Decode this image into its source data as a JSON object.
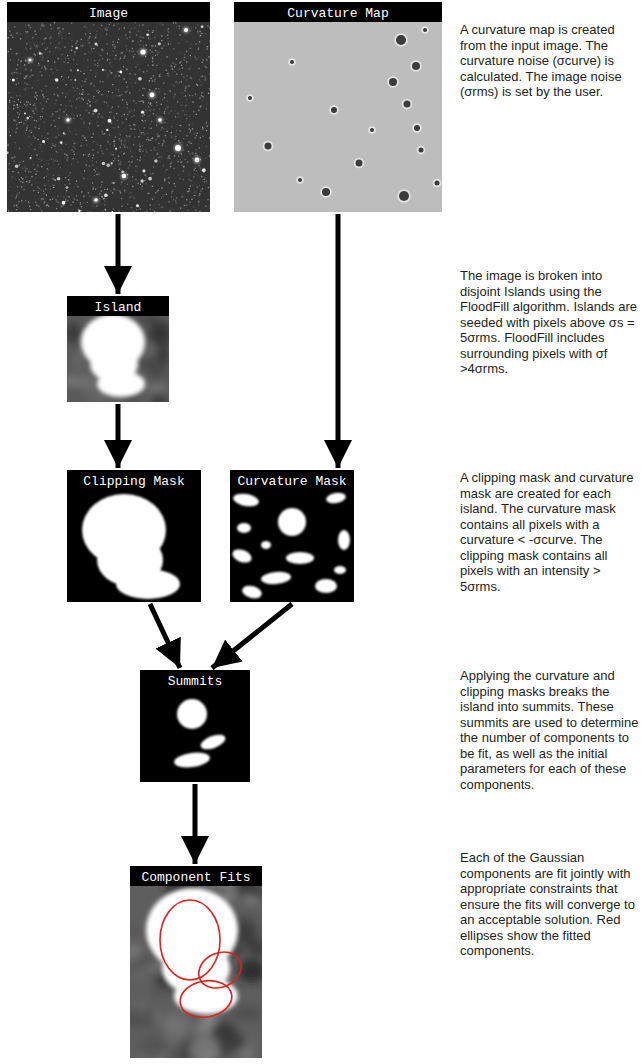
{
  "diagram": {
    "nodes": [
      {
        "text": [
          "Image"
        ]
      },
      {
        "text": [
          "Curvature Map"
        ]
      },
      {
        "text": [
          "Island"
        ]
      },
      {
        "text": [
          "Clipping Mask"
        ]
      },
      {
        "text": [
          "Curvature Mask"
        ]
      },
      {
        "text": [
          "Summits"
        ]
      },
      {
        "text": [
          "Component Fits"
        ]
      }
    ],
    "edges": [
      {
        "from": 0,
        "to": 2,
        "arrow": "to"
      },
      {
        "from": 1,
        "to": 4,
        "arrow": "to"
      },
      {
        "from": 2,
        "to": 3,
        "arrow": "to"
      },
      {
        "from": 3,
        "to": 5,
        "arrow": "to"
      },
      {
        "from": 4,
        "to": 5,
        "arrow": "to"
      },
      {
        "from": 5,
        "to": 6,
        "arrow": "to"
      }
    ],
    "labels": [
      "A curvature map is created from the input image. The curvature noise (σcurve) is calculated. The image noise (σrms) is set by the user.",
      "The image is broken into disjoint Islands using the FloodFill algorithm. Islands are seeded with pixels above σs = 5σrms. FloodFill includes surrounding pixels with σf >4σrms.",
      "A clipping mask and curvature mask are created for each island. The curvature mask contains all pixels with a curvature < -σcurve. The clipping mask contains all pixels with an intensity > 5σrms.",
      "Applying the curvature and clipping masks breaks the island into summits. These summits are used to determine the number of components to be fit, as well as the initial parameters for each of these components.",
      "Each of the Gaussian components are fit jointly with appropriate constraints that ensure the fits will converge to an acceptable solution. Red ellipses show the fitted components."
    ]
  }
}
